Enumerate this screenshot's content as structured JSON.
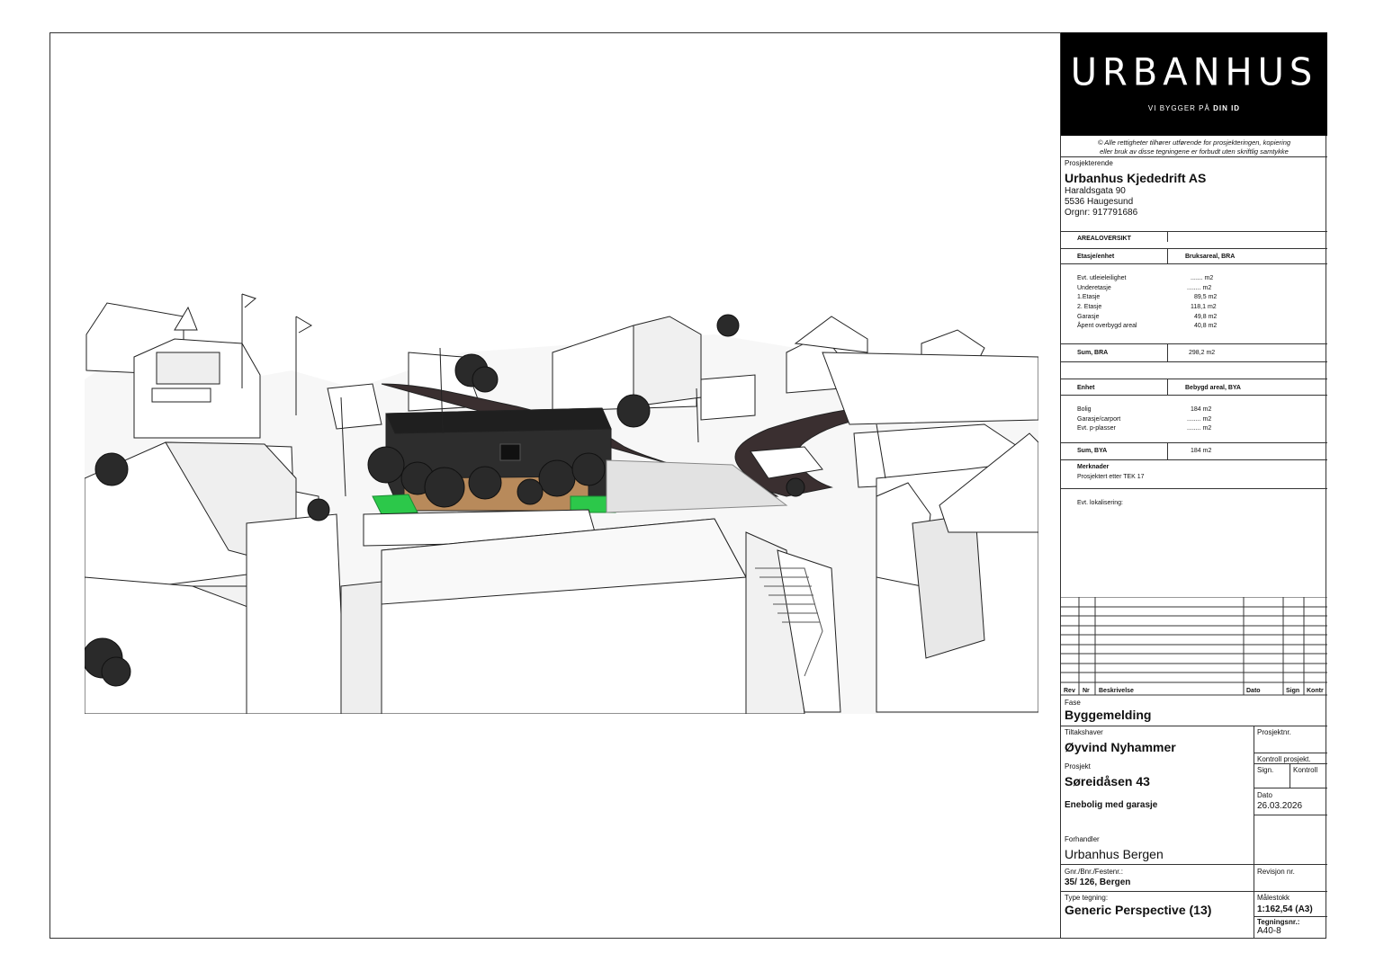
{
  "logo": {
    "wordmark": "URBANHUS",
    "tag_prefix": "VI BYGGER PÅ ",
    "tag_bold": "DIN ID"
  },
  "copyright": {
    "line1": "© Alle rettigheter tilhører utførende for prosjekteringen, kopiering",
    "line2": "eller bruk av disse tegningene er forbudt uten skriftlig samtykke"
  },
  "designer": {
    "label": "Prosjekterende",
    "company": "Urbanhus Kjededrift AS",
    "street": "Haraldsgata 90",
    "city": "5536 Haugesund",
    "orgnr": "Orgnr: 917791686"
  },
  "area": {
    "title": "AREALOVERSIKT",
    "col1": "Etasje/enhet",
    "col2": "Bruksareal, BRA",
    "rows": [
      {
        "label": "Evt. utleieleilighet",
        "value": "....... m2"
      },
      {
        "label": "Underetasje",
        "value": "........ m2"
      },
      {
        "label": "1.Etasje",
        "value": "89,5 m2"
      },
      {
        "label": "2. Etasje",
        "value": "118,1 m2"
      },
      {
        "label": "Garasje",
        "value": "49,8 m2"
      },
      {
        "label": "Åpent overbygd areal",
        "value": "40,8 m2"
      }
    ],
    "sum_label": "Sum, BRA",
    "sum_value": "298,2 m2",
    "col3": "Enhet",
    "col4": "Bebygd areal, BYA",
    "rows2": [
      {
        "label": "Bolig",
        "value": "184 m2"
      },
      {
        "label": "Garasje/carport",
        "value": "........ m2"
      },
      {
        "label": "Evt. p-plasser",
        "value": "........ m2"
      }
    ],
    "sum2_label": "Sum, BYA",
    "sum2_value": "184 m2",
    "notes_label": "Merknader",
    "notes": "Prosjektert etter TEK 17",
    "location_label": "Evt. lokalisering:"
  },
  "revisions": {
    "rev": "Rev",
    "nr": "Nr",
    "desc": "Beskrivelse",
    "date": "Dato",
    "sign": "Sign",
    "check": "Kontr"
  },
  "phase": {
    "label": "Fase",
    "value": "Byggemelding"
  },
  "owner": {
    "label": "Tiltakshaver",
    "value": "Øyvind Nyhammer"
  },
  "project_no": {
    "label": "Prosjektnr."
  },
  "project": {
    "label": "Prosjekt",
    "value": "Søreidåsen 43",
    "desc": "Enebolig med garasje"
  },
  "control": {
    "label": "Kontroll prosjekt.",
    "sign": "Sign.",
    "check": "Kontroll"
  },
  "date": {
    "label": "Dato",
    "value": "26.03.2026"
  },
  "dealer": {
    "label": "Forhandler",
    "value": "Urbanhus Bergen"
  },
  "property": {
    "label": "Gnr./Bnr./Festenr.:",
    "value": "35/ 126, Bergen"
  },
  "revision": {
    "label": "Revisjon nr."
  },
  "drawing_type": {
    "label": "Type tegning:",
    "value": "Generic Perspective (13)"
  },
  "scale": {
    "label": "Målestokk",
    "value": "1:162,54 (A3)"
  },
  "drawing_no": {
    "label": "Tegningsnr.:",
    "value": "A40-8"
  }
}
